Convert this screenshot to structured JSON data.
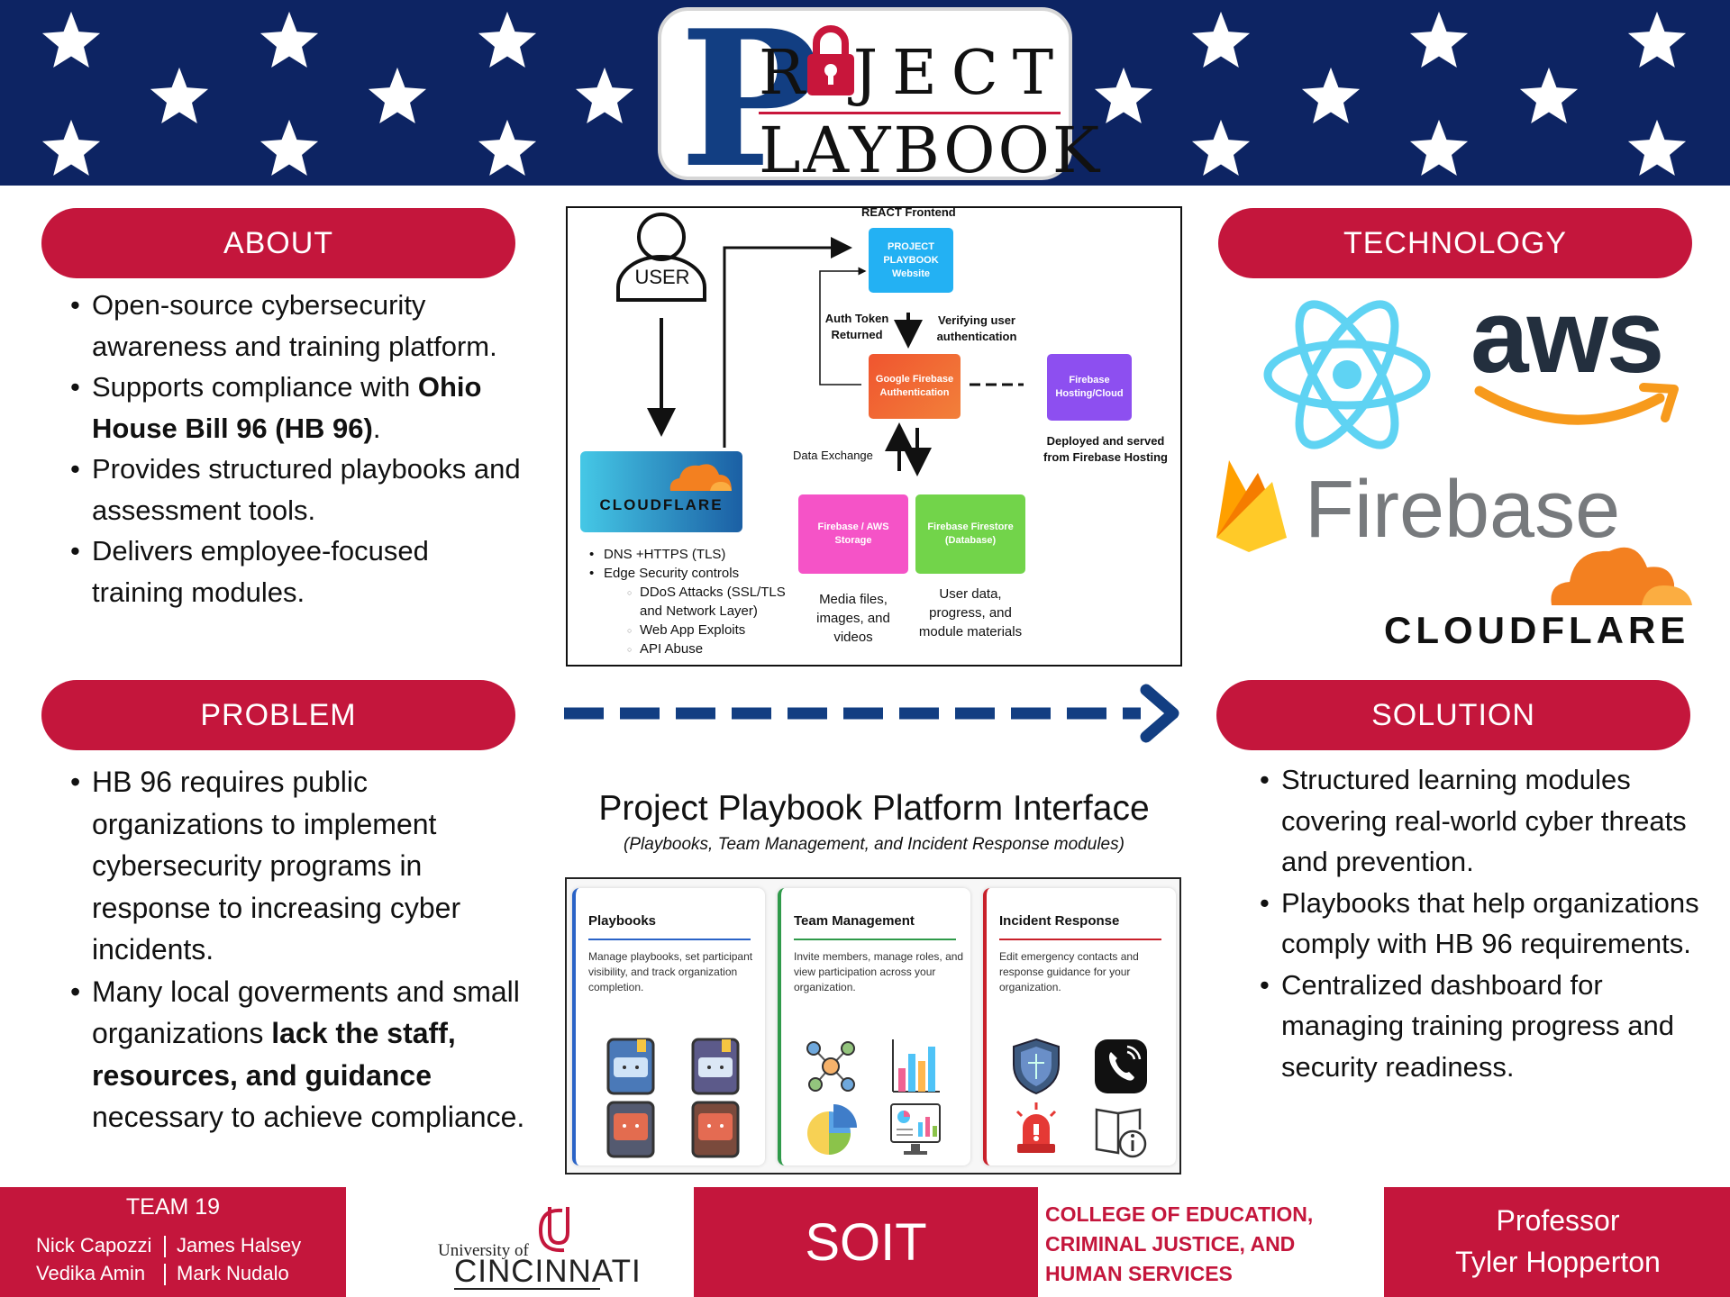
{
  "header": {
    "logo_p": "P",
    "logo_roject": "R JECT",
    "logo_laybook": "LAYBOOK"
  },
  "colors": {
    "navy": "#0d2463",
    "crimson": "#c4163c",
    "logo_blue": "#123e82"
  },
  "about": {
    "heading": "ABOUT",
    "b1": "Open-source cybersecurity awareness and training platform.",
    "b2_pre": "Supports compliance with ",
    "b2_bold": "Ohio House Bill 96 (HB 96)",
    "b2_post": ".",
    "b3": "Provides structured playbooks and assessment tools.",
    "b4": "Delivers employee-focused training modules."
  },
  "problem": {
    "heading": "PROBLEM",
    "b1": "HB 96 requires public organizations to implement cybersecurity programs in response to increasing cyber incidents.",
    "b2_pre": "Many local goverments and small organizations ",
    "b2_bold": "lack the staff, resources, and guidance",
    "b2_post": " necessary to achieve compliance."
  },
  "technology": {
    "heading": "TECHNOLOGY",
    "aws": "aws",
    "firebase": "Firebase",
    "cloudflare": "CLOUDFLARE",
    "icons": [
      "react-icon",
      "aws-smile-icon",
      "firebase-flame-icon",
      "cloudflare-cloud-icon"
    ]
  },
  "solution": {
    "heading": "SOLUTION",
    "b1": "Structured learning modules covering real-world cyber threats and prevention.",
    "b2": "Playbooks that help organizations comply with HB 96 requirements.",
    "b3": "Centralized dashboard for managing training progress and security readiness."
  },
  "diagram": {
    "user": "USER",
    "react_frontend": "REACT Frontend",
    "website": "PROJECT PLAYBOOK Website",
    "auth_token": "Auth Token Returned",
    "verifying": "Verifying user authentication",
    "google_auth": "Google Firebase Authentication",
    "hosting": "Firebase Hosting/Cloud",
    "deployed": "Deployed and served from Firebase Hosting",
    "data_exchange": "Data Exchange",
    "cloudflare": "CLOUDFLARE",
    "storage": "Firebase / AWS Storage",
    "firestore": "Firebase Firestore (Database)",
    "media": "Media files, images, and videos",
    "userdata": "User data, progress, and module materials",
    "cf_items": {
      "dns": "DNS +HTTPS (TLS)",
      "edge": "Edge Security controls",
      "ddos": "DDoS Attacks (SSL/TLS and Network Layer)",
      "webapp": "Web App Exploits",
      "api": "API Abuse"
    }
  },
  "interface": {
    "title": "Project Playbook Platform Interface",
    "subtitle": "(Playbooks, Team Management, and Incident Response modules)",
    "cards": [
      {
        "title": "Playbooks",
        "desc": "Manage playbooks, set participant visibility, and track organization completion.",
        "accent": "#2a63c7"
      },
      {
        "title": "Team Management",
        "desc": "Invite members, manage roles, and view participation across your organization.",
        "accent": "#2f9a4a"
      },
      {
        "title": "Incident Response",
        "desc": "Edit emergency contacts and response guidance for your organization.",
        "accent": "#c8202a"
      }
    ]
  },
  "footer": {
    "team_title": "TEAM 19",
    "names": [
      "Nick Capozzi",
      "James Halsey",
      "Vedika Amin",
      "Mark Nudalo"
    ],
    "uc_university": "University of",
    "uc_cincinnati": "CINCINNATI",
    "soit": "SOIT",
    "college": "COLLEGE OF EDUCATION, CRIMINAL JUSTICE, AND HUMAN SERVICES",
    "professor_title": "Professor",
    "professor_name": "Tyler Hopperton"
  }
}
